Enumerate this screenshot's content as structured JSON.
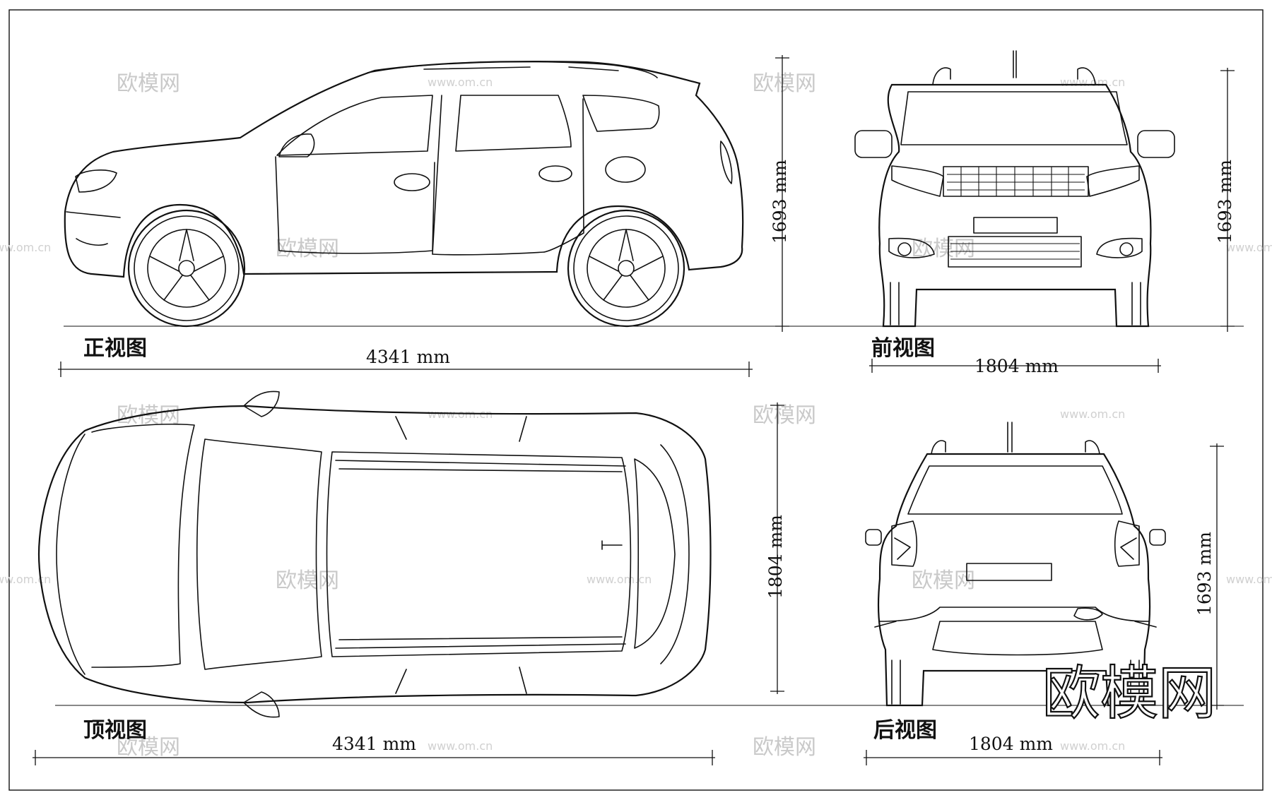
{
  "views": {
    "side": {
      "label": "正视图",
      "length_dim": "4341 mm",
      "height_dim": "1693 mm"
    },
    "front": {
      "label": "前视图",
      "width_dim": "1804 mm",
      "height_dim": "1693 mm"
    },
    "top": {
      "label": "顶视图",
      "length_dim": "4341 mm",
      "width_dim": "1804 mm"
    },
    "rear": {
      "label": "后视图",
      "width_dim": "1804 mm",
      "height_dim": "1693 mm"
    }
  },
  "watermarks": {
    "logo_text": "欧模网",
    "url_text": "www.om.cn",
    "corner_brand": "欧模网"
  },
  "colors": {
    "line": "#111111",
    "watermark": "#c9c9c9",
    "background": "#ffffff"
  }
}
